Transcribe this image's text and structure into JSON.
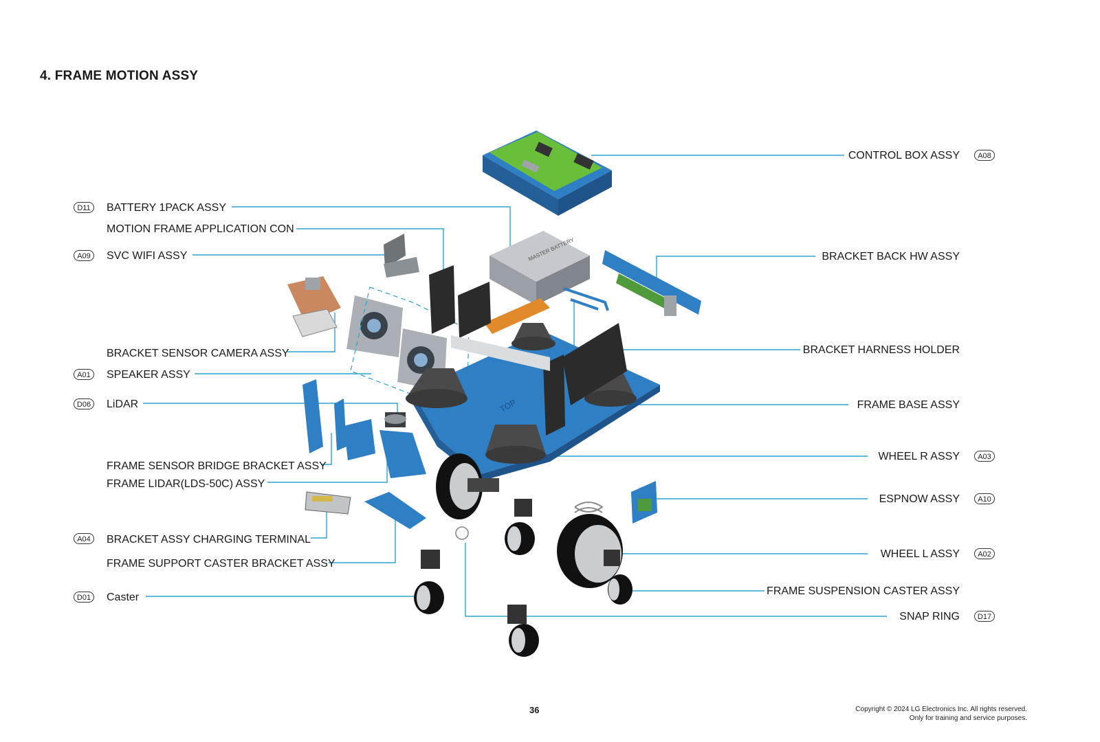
{
  "page": {
    "title": "4. FRAME MOTION ASSY",
    "page_number": "36",
    "copyright_line1": "Copyright © 2024 LG Electronics Inc. All rights reserved.",
    "copyright_line2": "Only for training and service purposes."
  },
  "colors": {
    "leader": "#2aa3cf",
    "frame_blue": "#2f7fc4",
    "motor_gray": "#4a4a4a",
    "pcb_green": "#6abf3a",
    "battery_gray": "#a9adb2",
    "bracket_dark": "#2b2b2b",
    "camera_copper": "#c98860"
  },
  "left_labels": [
    {
      "id": "battery",
      "code": "D11",
      "text": "BATTERY 1PACK ASSY"
    },
    {
      "id": "motion-frame-app",
      "code": "",
      "text": "MOTION FRAME APPLICATION CON"
    },
    {
      "id": "svc-wifi",
      "code": "A09",
      "text": "SVC WIFI ASSY"
    },
    {
      "id": "bracket-sensor-camera",
      "code": "",
      "text": "BRACKET SENSOR CAMERA ASSY"
    },
    {
      "id": "speaker",
      "code": "A01",
      "text": "SPEAKER ASSY"
    },
    {
      "id": "lidar",
      "code": "D06",
      "text": "LiDAR"
    },
    {
      "id": "frame-sensor-bridge",
      "code": "",
      "text": "FRAME SENSOR BRIDGE BRACKET ASSY"
    },
    {
      "id": "frame-lidar",
      "code": "",
      "text": "FRAME LIDAR(LDS-50C) ASSY"
    },
    {
      "id": "charging-terminal",
      "code": "A04",
      "text": "BRACKET ASSY CHARGING TERMINAL"
    },
    {
      "id": "support-caster-bracket",
      "code": "",
      "text": "FRAME SUPPORT CASTER BRACKET ASSY"
    },
    {
      "id": "caster",
      "code": "D01",
      "text": "Caster"
    }
  ],
  "right_labels": [
    {
      "id": "control-box",
      "code": "A08",
      "text": "CONTROL BOX ASSY"
    },
    {
      "id": "bracket-back-hw",
      "code": "",
      "text": "BRACKET BACK HW ASSY"
    },
    {
      "id": "bracket-harness-holder",
      "code": "",
      "text": "BRACKET HARNESS HOLDER"
    },
    {
      "id": "frame-base",
      "code": "",
      "text": "FRAME BASE ASSY"
    },
    {
      "id": "wheel-r",
      "code": "A03",
      "text": "WHEEL R ASSY"
    },
    {
      "id": "espnow",
      "code": "A10",
      "text": "ESPNOW ASSY"
    },
    {
      "id": "wheel-l",
      "code": "A02",
      "text": "WHEEL L ASSY"
    },
    {
      "id": "suspension-caster",
      "code": "",
      "text": "FRAME SUSPENSION CASTER ASSY"
    },
    {
      "id": "snap-ring",
      "code": "D17",
      "text": "SNAP RING"
    }
  ],
  "parts_text": {
    "battery_marking": "MASTER BATTERY",
    "frame_marking": "TOP"
  }
}
